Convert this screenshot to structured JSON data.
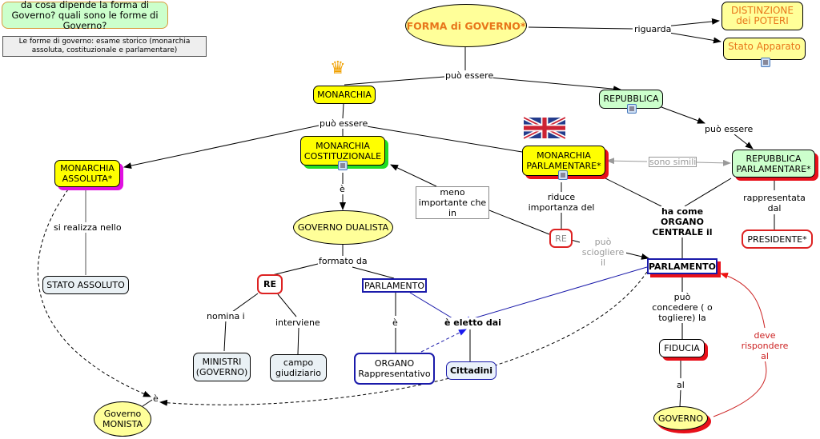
{
  "header": {
    "question": "da cosa dipende la forma di Governo? quali sono le forme di Governo?",
    "subtitle": "Le forme di governo: esame storico (monarchia assoluta, costituzionale e parlamentare)"
  },
  "nodes": {
    "forma_governo": "FORMA di GOVERNO*",
    "distinzione_poteri": "DISTINZIONE dei POTERI",
    "stato_apparato": "Stato Apparato",
    "monarchia": "MONARCHIA",
    "repubblica": "REPUBBLICA",
    "monarchia_assoluta": "MONARCHIA ASSOLUTA*",
    "monarchia_costituzionale": "MONARCHIA COSTITUZIONALE",
    "monarchia_parlamentare": "MONARCHIA PARLAMENTARE*",
    "repubblica_parlamentare": "REPUBBLICA PARLAMENTARE*",
    "stato_assoluto": "STATO ASSOLUTO",
    "governo_dualista": "GOVERNO DUALISTA",
    "re_dualista": "RE",
    "parlamento_dualista": "PARLAMENTO",
    "ministri": "MINISTRI (GOVERNO)",
    "campo_giudiziario": "campo giudiziario",
    "organo_rappresentativo": "ORGANO Rappresentativo",
    "cittadini": "Cittadini",
    "re_parlamentare": "RE",
    "parlamento_centrale": "PARLAMENTO",
    "presidente": "PRESIDENTE*",
    "fiducia": "FIDUCIA",
    "governo": "GOVERNO",
    "governo_monista": "Governo MONISTA"
  },
  "link_labels": {
    "riguarda": "riguarda",
    "puo_essere_1": "può essere",
    "puo_essere_2": "può essere",
    "puo_essere_3": "può essere",
    "sono_simili": "sono simili",
    "e_1": "è",
    "si_realizza_nello": "si realizza nello",
    "meno_importante": "meno importante che in",
    "riduce_importanza": "riduce importanza del",
    "ha_come_organo": "ha come  ORGANO CENTRALE il",
    "rappresentata_dal": "rappresentata dal",
    "puo_sciogliere": "può sciogliere il",
    "formato_da": "formato da",
    "nomina_i": "nomina i",
    "interviene": "interviene",
    "e_2": "è",
    "e_eletto_dai": "è eletto dai",
    "puo_concedere": "può concedere ( o togliere) la",
    "al": "al",
    "deve_rispondere": "deve rispondere al",
    "e_3": "è"
  },
  "icons": {
    "crown": "crown-icon",
    "uk_flag": "uk-flag-icon",
    "resource_doc": "document-icon",
    "resource_map": "concept-map-icon"
  },
  "colors": {
    "yellow": "#ffff00",
    "pale_yellow": "#ffff99",
    "green": "#ccffcc",
    "red_border": "#dd2222",
    "blue_border": "#1a1aaa",
    "title_orange": "#e8761a"
  }
}
